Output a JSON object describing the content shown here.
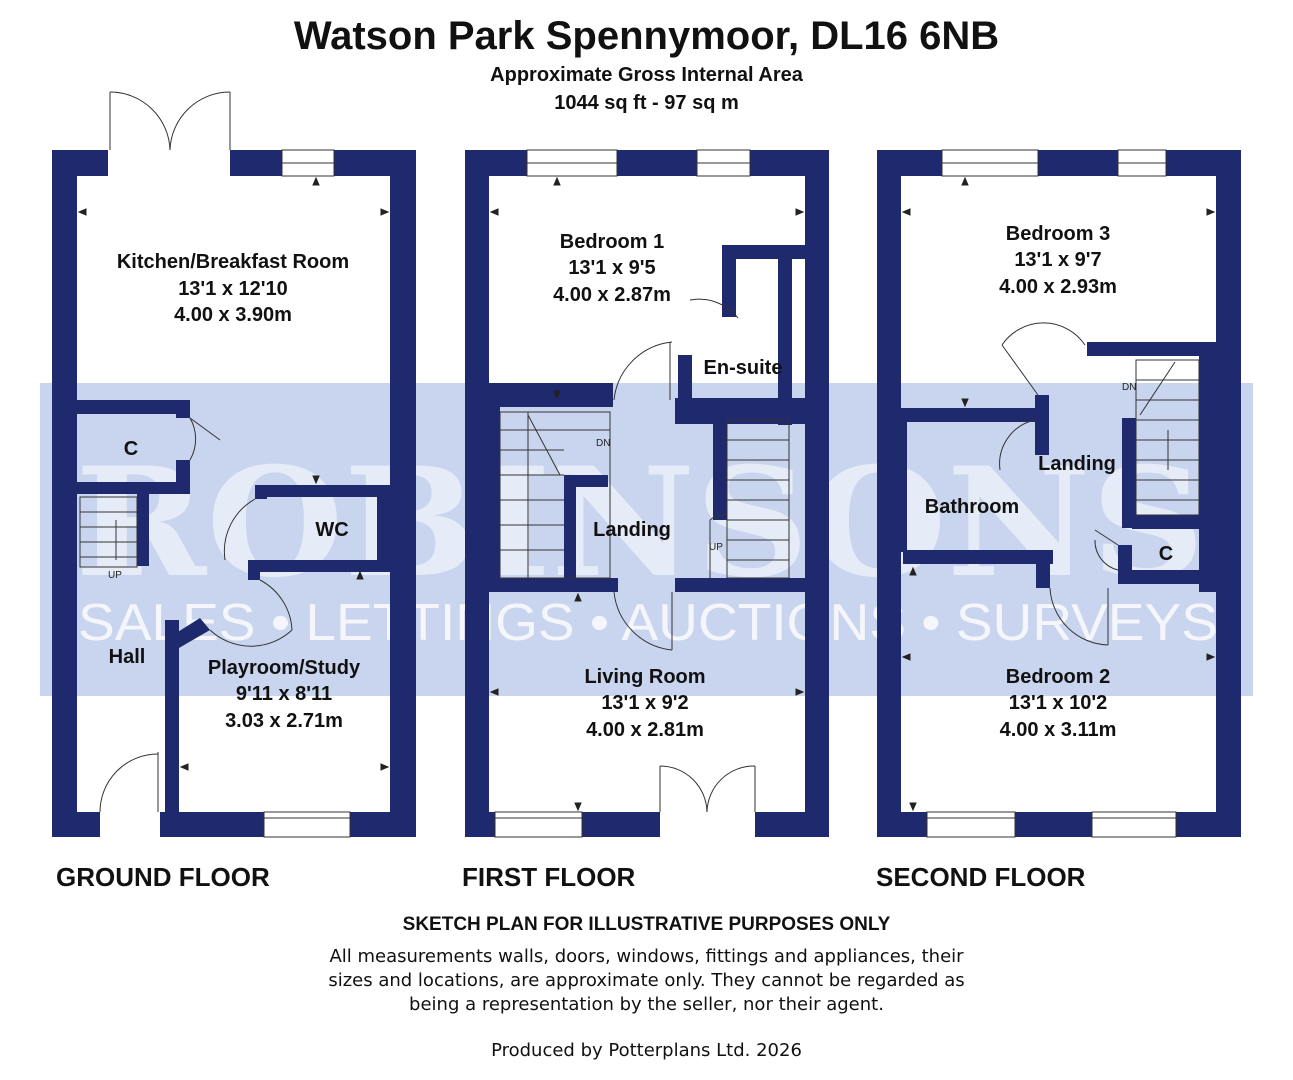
{
  "header": {
    "title": "Watson Park Spennymoor, DL16 6NB",
    "area_label": "Approximate Gross Internal Area",
    "area_value": "1044 sq ft - 97 sq m"
  },
  "watermark": {
    "brand": "ROBINSONS",
    "tagline": "SALES • LETTINGS • AUCTIONS • SURVEYS",
    "color": "#c9d5ee"
  },
  "colors": {
    "wall": "#1f2a6e",
    "plan_bg": "#ffffff"
  },
  "floors": [
    {
      "label": "GROUND FLOOR",
      "rooms": [
        {
          "name": "Kitchen/Breakfast Room",
          "imperial": "13'1 x 12'10",
          "metric": "4.00 x 3.90m"
        },
        {
          "name": "C"
        },
        {
          "name": "WC"
        },
        {
          "name": "Hall"
        },
        {
          "name": "Playroom/Study",
          "imperial": "9'11 x 8'11",
          "metric": "3.03 x 2.71m"
        }
      ],
      "stair_label": "UP"
    },
    {
      "label": "FIRST FLOOR",
      "rooms": [
        {
          "name": "Bedroom 1",
          "imperial": "13'1 x 9'5",
          "metric": "4.00 x 2.87m"
        },
        {
          "name": "En-suite"
        },
        {
          "name": "Landing"
        },
        {
          "name": "Living Room",
          "imperial": "13'1 x 9'2",
          "metric": "4.00 x 2.81m"
        }
      ],
      "stair_labels": [
        "DN",
        "UP"
      ]
    },
    {
      "label": "SECOND FLOOR",
      "rooms": [
        {
          "name": "Bedroom 3",
          "imperial": "13'1 x 9'7",
          "metric": "4.00 x 2.93m"
        },
        {
          "name": "Landing"
        },
        {
          "name": "Bathroom"
        },
        {
          "name": "C"
        },
        {
          "name": "Bedroom 2",
          "imperial": "13'1 x 10'2",
          "metric": "4.00 x 3.11m"
        }
      ],
      "stair_label": "DN"
    }
  ],
  "footer": {
    "heading": "SKETCH PLAN FOR ILLUSTRATIVE PURPOSES ONLY",
    "lines": [
      "All measurements walls, doors, windows, fittings and appliances, their",
      "sizes and locations, are approximate only. They cannot be regarded as",
      "being a representation by the seller, nor their agent."
    ],
    "credit": "Produced by Potterplans Ltd. 2026"
  }
}
